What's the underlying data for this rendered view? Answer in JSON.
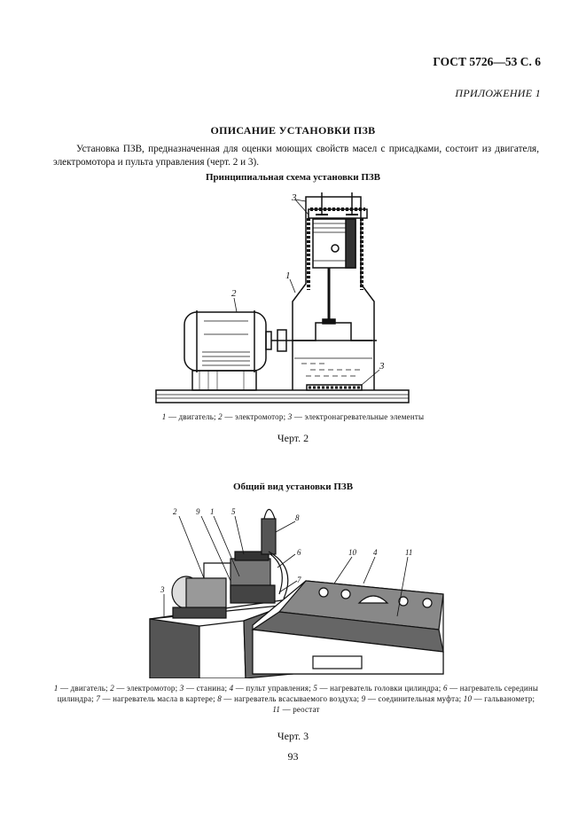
{
  "header": {
    "standard": "ГОСТ 5726—53 С. 6",
    "appendix": "ПРИЛОЖЕНИЕ 1"
  },
  "section": {
    "title": "ОПИСАНИЕ УСТАНОВКИ ПЗВ",
    "paragraph": "Установка ПЗВ, предназначенная для оценки моющих свойств масел с присадками, состоит из двигателя, электромотора и пульта управления (черт. 2 и 3)."
  },
  "figure2": {
    "title": "Принципиальная схема установки ПЗВ",
    "labels": [
      "1",
      "2",
      "3",
      "3"
    ],
    "legend": [
      {
        "num": "1",
        "text": "— двигатель;"
      },
      {
        "num": "2",
        "text": "— электромотор;"
      },
      {
        "num": "3",
        "text": "— электронагревательные элементы"
      }
    ],
    "caption": "Черт. 2"
  },
  "figure3": {
    "title": "Общий вид установки ПЗВ",
    "labels": [
      "2",
      "9",
      "1",
      "5",
      "8",
      "6",
      "7",
      "3",
      "10",
      "4",
      "11"
    ],
    "legend": [
      {
        "num": "1",
        "text": "— двигатель;"
      },
      {
        "num": "2",
        "text": "— электромотор;"
      },
      {
        "num": "3",
        "text": "— станина;"
      },
      {
        "num": "4",
        "text": "— пульт управления;"
      },
      {
        "num": "5",
        "text": "— нагреватель головки цилиндра;"
      },
      {
        "num": "6",
        "text": "— нагреватель середины цилиндра;"
      },
      {
        "num": "7",
        "text": "— нагреватель масла в картере;"
      },
      {
        "num": "8",
        "text": "— нагреватель всасываемого воздуха;"
      },
      {
        "num": "9",
        "text": "— соединительная муфта;"
      },
      {
        "num": "10",
        "text": "— гальванометр;"
      },
      {
        "num": "11",
        "text": "— реостат"
      }
    ],
    "caption": "Черт. 3"
  },
  "footer": {
    "page_number": "93"
  }
}
